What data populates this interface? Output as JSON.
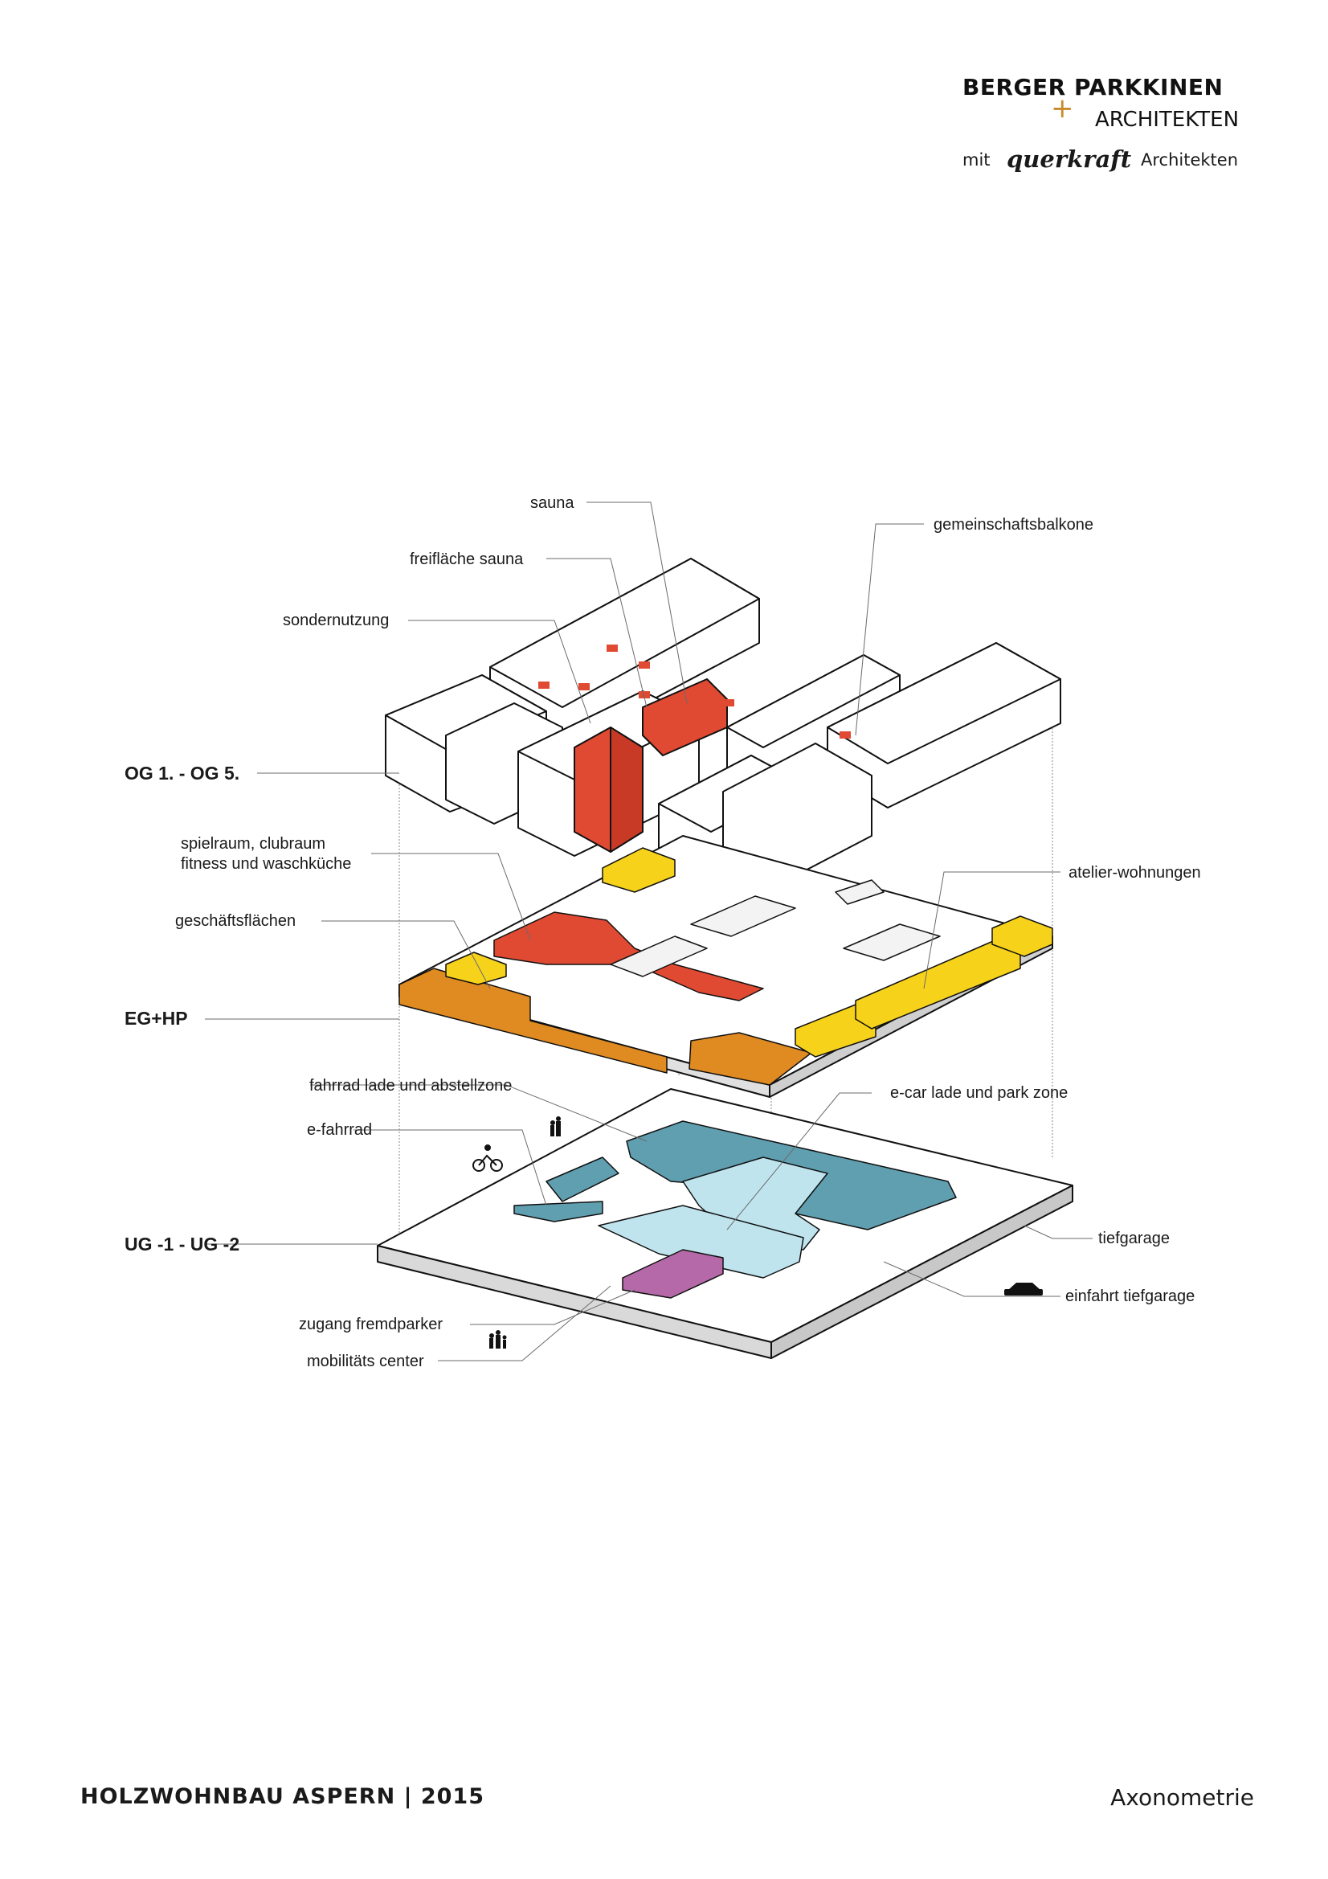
{
  "header": {
    "firm_line1": "BERGER PARKKINEN",
    "firm_plus": "+",
    "firm_line2": "ARCHITEKTEN",
    "partner_prefix": "mit",
    "partner_name": "querkraft",
    "partner_suffix": "Architekten"
  },
  "levels": {
    "upper": "OG 1. - OG 5.",
    "ground": "EG+HP",
    "basement": "UG -1 - UG -2"
  },
  "labels": {
    "sauna": "sauna",
    "freiflaeche_sauna": "freifläche sauna",
    "sondernutzung": "sondernutzung",
    "gemeinschaftsbalkone": "gemeinschaftsbalkone",
    "spielraum_line1": "spielraum, clubraum",
    "spielraum_line2": "fitness und waschküche",
    "geschaeftsflaechen": "geschäftsflächen",
    "atelier_wohnungen": "atelier-wohnungen",
    "fahrrad_lade": "fahrrad lade und abstellzone",
    "e_car": "e-car lade und park zone",
    "e_fahrrad": "e-fahrrad",
    "tiefgarage": "tiefgarage",
    "einfahrt_tiefgarage": "einfahrt tiefgarage",
    "zugang_fremdparker": "zugang fremdparker",
    "mobilitaets_center": "mobilitäts center"
  },
  "colors": {
    "red": "#e04a32",
    "yellow": "#f7d21b",
    "orange": "#e08a22",
    "teal": "#5f9fb0",
    "light_blue": "#bfe4ee",
    "purple": "#b569a8",
    "logo_plus": "#c98a2a"
  },
  "footer": {
    "project": "HOLZWOHNBAU ASPERN  | 2015",
    "sheet_title": "Axonometrie"
  }
}
